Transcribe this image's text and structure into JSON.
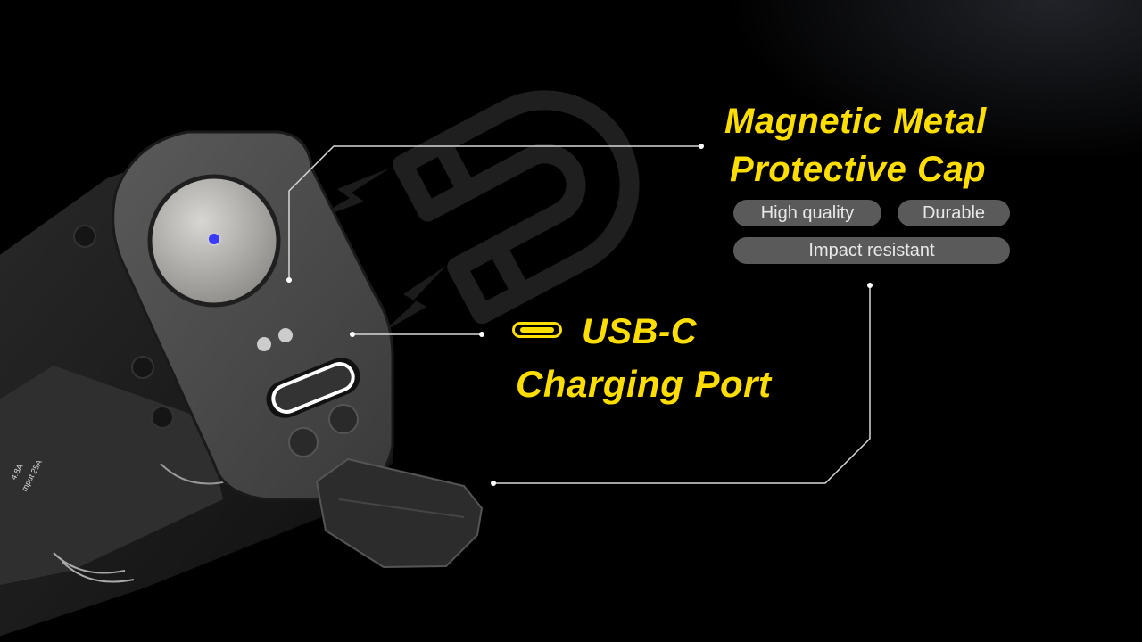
{
  "headline": {
    "line1": "Magnetic Metal",
    "line2": "Protective Cap"
  },
  "tags": {
    "items": [
      {
        "label": "High quality"
      },
      {
        "label": "Durable"
      },
      {
        "label": "Impact resistant"
      }
    ]
  },
  "charging": {
    "icon": "usb-c-port-icon",
    "line1": "USB-C",
    "line2": "Charging Port"
  },
  "device_label": {
    "line1": "4.8A",
    "line2": "mput 25A"
  },
  "decor": {
    "magnet_icon": "horseshoe-magnet-icon",
    "bolt_icon": "lightning-bolt-icon"
  },
  "colors": {
    "background": "#000000",
    "accent": "#fede00",
    "pill_bg": "#5a5a5a",
    "pill_text": "#e8e8e8",
    "callout_line": "#d8d8d8",
    "led": "#3a3aff"
  }
}
